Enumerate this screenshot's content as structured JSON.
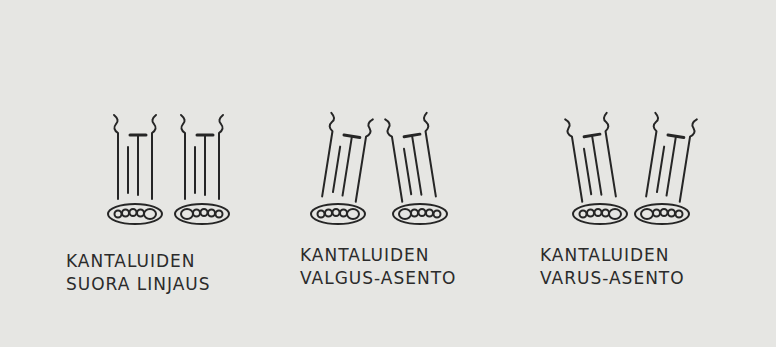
{
  "diagram": {
    "labels": [
      "KANTALUIDEN SUORA LINJAUS",
      "KANTALUIDEN VALGUS-ASENTO",
      "KANTALUIDEN VARUS-ASENTO"
    ]
  }
}
